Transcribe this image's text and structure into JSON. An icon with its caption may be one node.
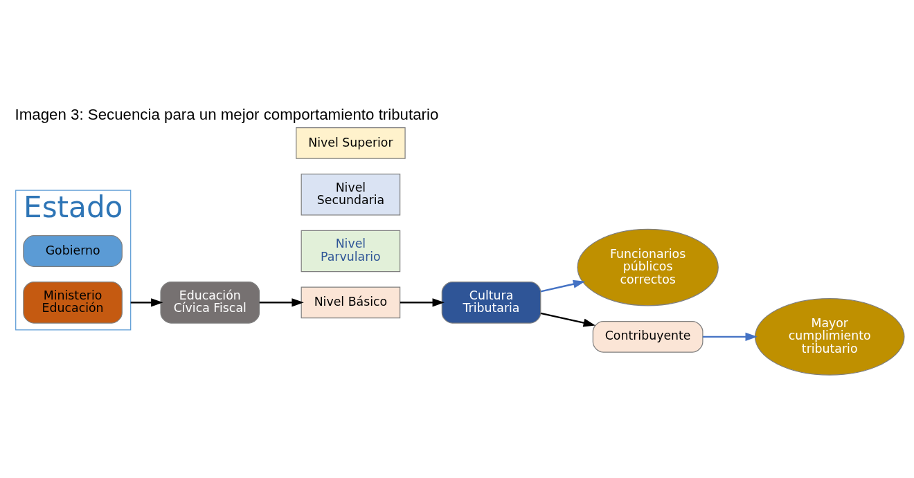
{
  "diagram": {
    "title": "Imagen 3: Secuencia para un mejor comportamiento tributario",
    "nodes": [
      {
        "text": [
          "Estado"
        ]
      },
      {
        "text": [
          "Gobierno"
        ],
        "in": 0
      },
      {
        "text": [
          "Ministerio Educación"
        ],
        "in": 0
      },
      {
        "text": [
          "Educación Cívica Fiscal"
        ]
      },
      {
        "text": [
          "Nivel Parvulario"
        ]
      },
      {
        "text": [
          "Nivel Básico"
        ]
      },
      {
        "text": [
          "Nivel Secundaria"
        ]
      },
      {
        "text": [
          "Nivel Superior"
        ]
      },
      {
        "text": [
          "Cultura Tributaria"
        ]
      },
      {
        "text": [
          "Funcionarios públicos correctos"
        ]
      },
      {
        "text": [
          "Contribuyente"
        ]
      },
      {
        "text": [
          "Mayor cumplimiento tributario"
        ]
      }
    ],
    "edges": [
      {
        "from": 0,
        "to": 3,
        "arrow": "to"
      },
      {
        "from": 3,
        "to": 5,
        "arrow": "to"
      },
      {
        "from": 5,
        "to": 8,
        "arrow": "to"
      },
      {
        "from": 8,
        "to": 9,
        "arrow": "to",
        "color": "#4472c4"
      },
      {
        "from": 8,
        "to": 10,
        "arrow": "to"
      },
      {
        "from": 10,
        "to": 11,
        "arrow": "to",
        "color": "#4472c4"
      }
    ]
  }
}
